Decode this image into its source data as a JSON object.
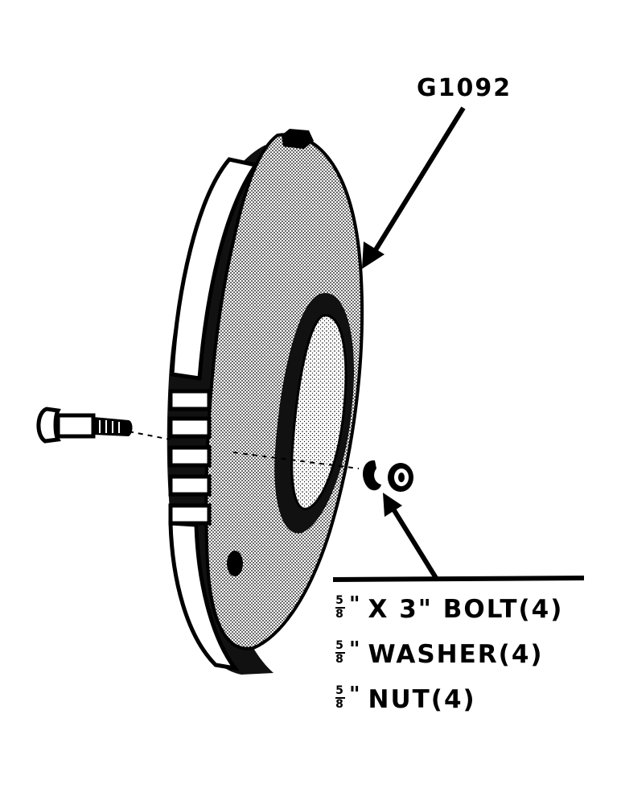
{
  "part_number": "G1092",
  "hardware": [
    {
      "frac_num": "5",
      "frac_den": "8",
      "inch": "\"",
      "text": "X 3\" BOLT(4)"
    },
    {
      "frac_num": "5",
      "frac_den": "8",
      "inch": "\"",
      "text": "WASHER(4)"
    },
    {
      "frac_num": "5",
      "frac_den": "8",
      "inch": "\"",
      "text": "NUT(4)"
    }
  ]
}
